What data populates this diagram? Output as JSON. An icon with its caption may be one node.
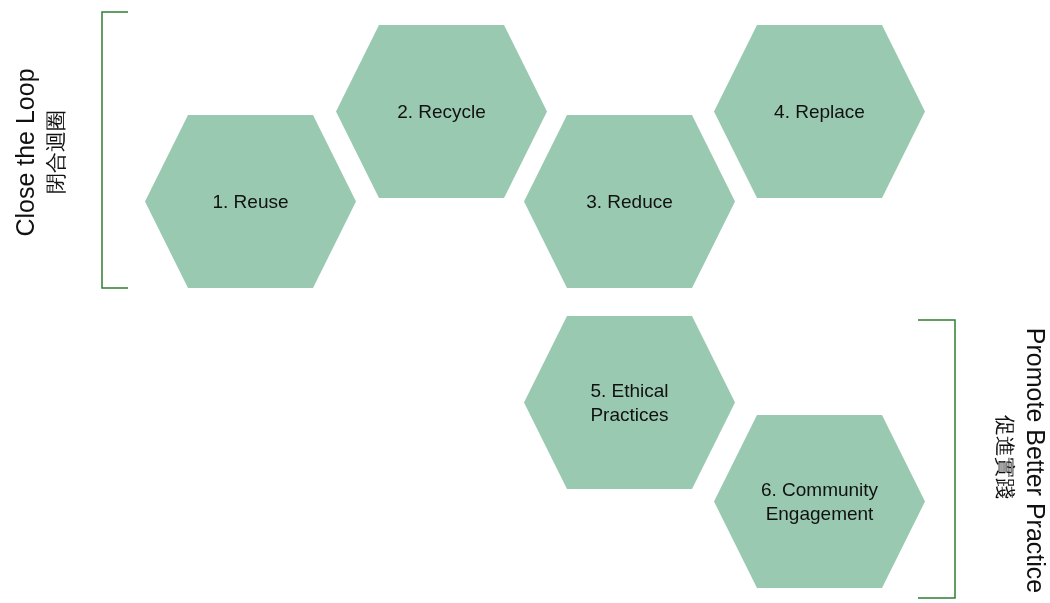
{
  "diagram": {
    "nodes": [
      {
        "text": [
          "1. Reuse"
        ]
      },
      {
        "text": [
          "2. Recycle"
        ]
      },
      {
        "text": [
          "3. Reduce"
        ]
      },
      {
        "text": [
          "4. Replace"
        ]
      },
      {
        "text": [
          "5. Ethical Practices"
        ]
      },
      {
        "text": [
          "6. Community Engagement"
        ]
      }
    ],
    "edges": [],
    "labels": [
      "Close the Loop",
      "閉合迴圈",
      "Promote Better Practice",
      "促進實踐"
    ]
  }
}
